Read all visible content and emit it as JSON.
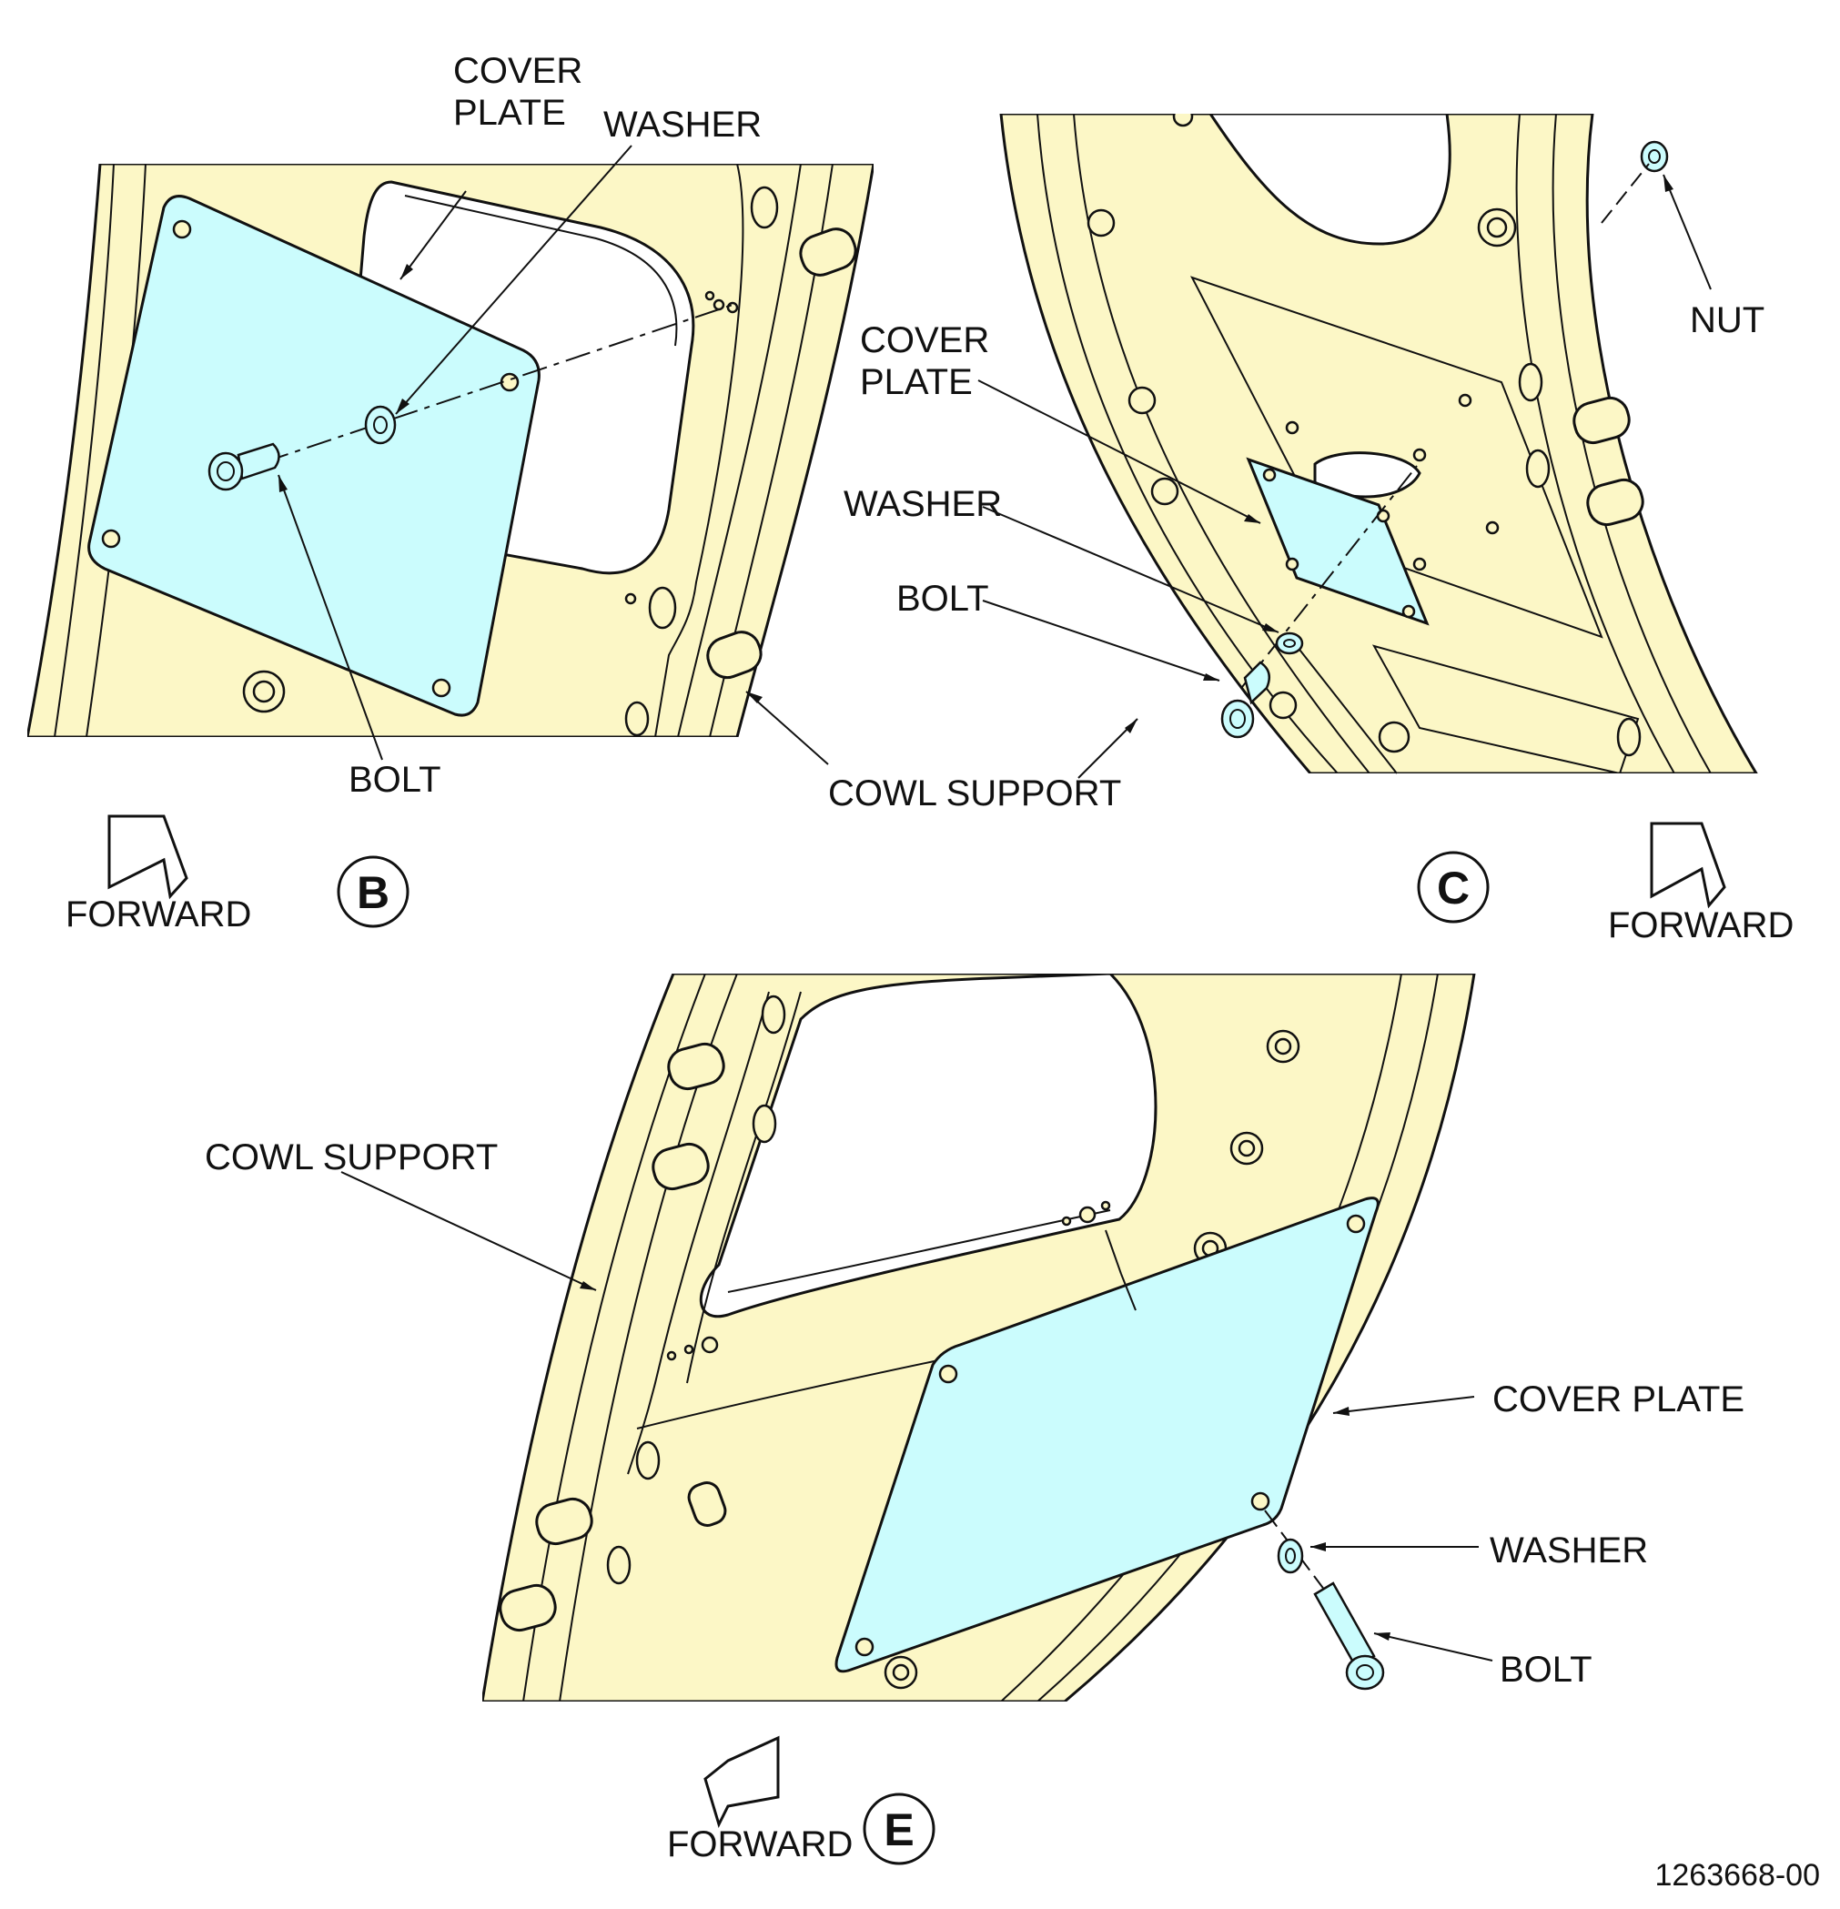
{
  "views": {
    "b": {
      "letter": "B",
      "forward": "FORWARD",
      "labels": {
        "cover_plate_l1": "COVER",
        "cover_plate_l2": "PLATE",
        "washer": "WASHER",
        "bolt": "BOLT"
      }
    },
    "c": {
      "letter": "C",
      "forward": "FORWARD",
      "labels": {
        "nut": "NUT",
        "cover_plate_l1": "COVER",
        "cover_plate_l2": "PLATE",
        "washer": "WASHER",
        "bolt": "BOLT"
      }
    },
    "e": {
      "letter": "E",
      "forward": "FORWARD",
      "labels": {
        "cowl_support": "COWL SUPPORT",
        "cover_plate": "COVER PLATE",
        "washer": "WASHER",
        "bolt": "BOLT"
      }
    }
  },
  "shared_label": {
    "cowl_support": "COWL SUPPORT"
  },
  "figure_id": "1263668-00",
  "colors": {
    "part_yellow": "#fcf7c6",
    "plate_cyan": "#cbfcfd",
    "line": "#111111"
  }
}
